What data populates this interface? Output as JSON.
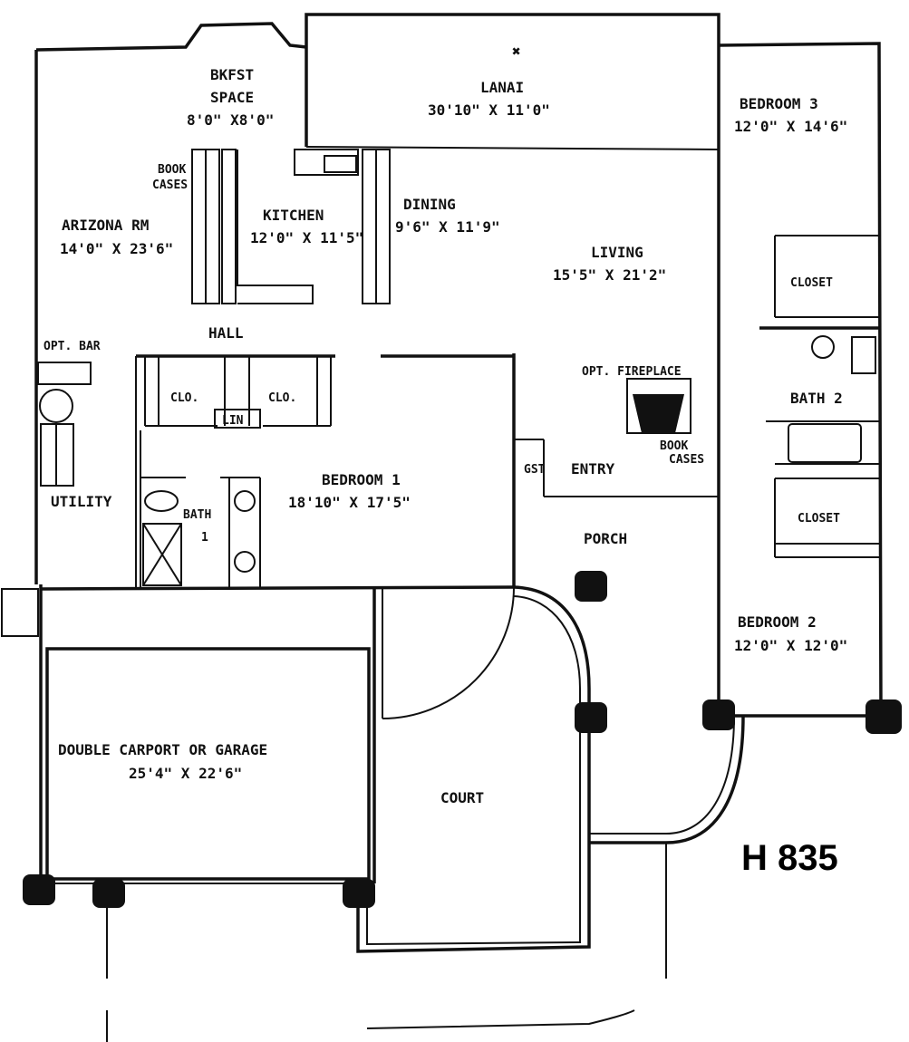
{
  "plan_code": "H 835",
  "rooms": {
    "bkfst": {
      "name_1": "BKFST",
      "name_2": "SPACE",
      "dims": "8'0\" X8'0\""
    },
    "lanai": {
      "name": "LANAI",
      "dims": "30'10\" X 11'0\""
    },
    "bedroom3": {
      "name": "BEDROOM 3",
      "dims": "12'0\" X 14'6\""
    },
    "arizona": {
      "name": "ARIZONA RM",
      "dims": "14'0\" X 23'6\""
    },
    "kitchen": {
      "name": "KITCHEN",
      "dims": "12'0\" X 11'5\""
    },
    "dining": {
      "name": "DINING",
      "dims": "9'6\" X 11'9\""
    },
    "living": {
      "name": "LIVING",
      "dims": "15'5\" X 21'2\""
    },
    "bedroom1": {
      "name": "BEDROOM 1",
      "dims": "18'10\" X 17'5\""
    },
    "bedroom2": {
      "name": "BEDROOM 2",
      "dims": "12'0\" X 12'0\""
    },
    "garage": {
      "name": "DOUBLE CARPORT OR GARAGE",
      "dims": "25'4\" X 22'6\""
    }
  },
  "labels": {
    "book_cases_1": "BOOK",
    "book_cases_2": "CASES",
    "closet_top": "CLOSET",
    "closet_bottom": "CLOSET",
    "hall": "HALL",
    "opt_bar": "OPT. BAR",
    "clo_left": "CLO.",
    "clo_right": "CLO.",
    "lin": "LIN",
    "opt_fireplace": "OPT. FIREPLACE",
    "bath2": "BATH 2",
    "book_cases_living_1": "BOOK",
    "book_cases_living_2": "CASES",
    "gst": "GST",
    "entry": "ENTRY",
    "utility": "UTILITY",
    "bath1_1": "BATH",
    "bath1_2": "1",
    "porch": "PORCH",
    "court": "COURT"
  }
}
